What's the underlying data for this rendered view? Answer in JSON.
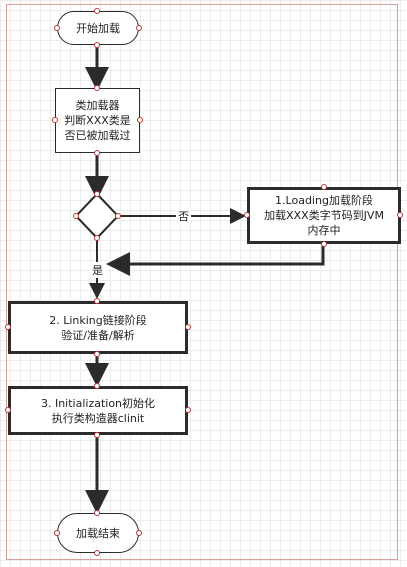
{
  "nodes": {
    "start": "开始加载",
    "classloader_check": "类加载器\n判断XXX类是\n否已被加载过",
    "loading": "1.Loading加载阶段\n加载XXX类字节码到JVM\n内存中",
    "linking": "2. Linking链接阶段\n验证/准备/解析",
    "initialization": "3. Initialization初始化\n执行类构造器clinit",
    "end": "加载结束"
  },
  "edge_labels": {
    "no": "否",
    "yes": "是"
  },
  "colors": {
    "stroke": "#2b2b2b",
    "handle": "#b23a3a",
    "grid": "#ececec",
    "frame": "#d9a0a0"
  }
}
